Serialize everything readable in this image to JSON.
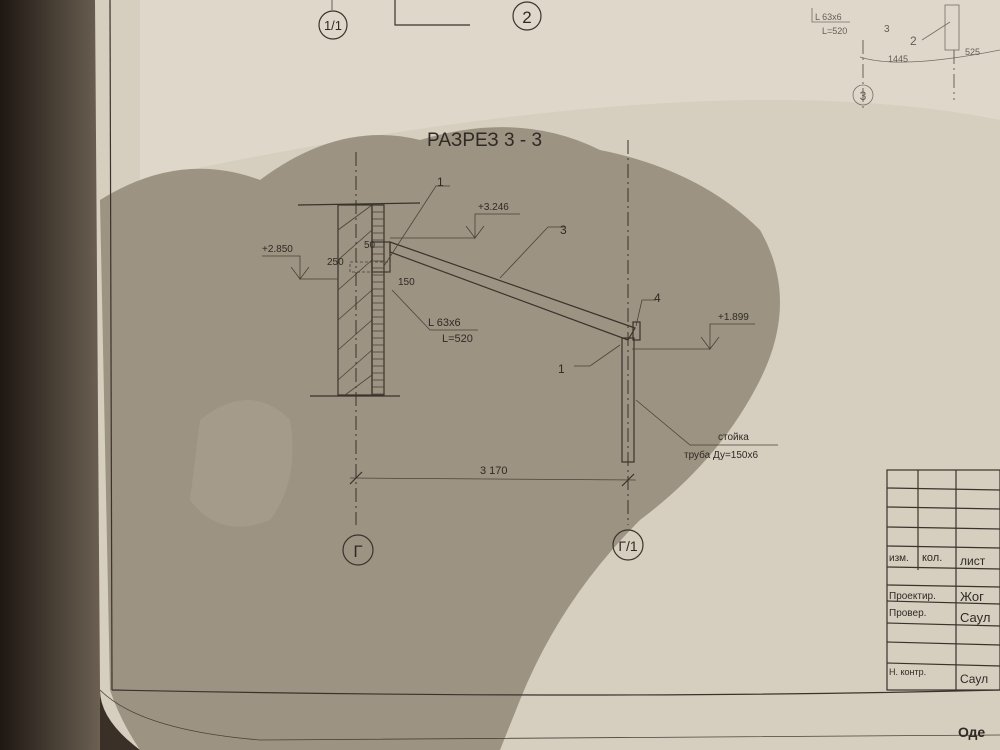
{
  "sheet": {
    "section_title": "РАЗРЕЗ 3 - 3",
    "top_axis_labels": [
      "1/1",
      "2"
    ],
    "marks": {
      "top_left_1": "1",
      "beam_3": "3",
      "cap_4": "4",
      "bottom_1": "1"
    },
    "levels": {
      "top": "+3.246",
      "left": "+2.850",
      "right": "+1.899"
    },
    "dimensions": {
      "d50": "50",
      "d250": "250",
      "d150": "150",
      "span": "3 170"
    },
    "angle_label": {
      "profile": "L 63x6",
      "length": "L=520"
    },
    "post_label": {
      "line1": "стойка",
      "line2": "труба Ду=150х6"
    },
    "axes": {
      "left": "Г",
      "right": "Г/1"
    },
    "top_right_fragment": {
      "profile": "L 63x6",
      "length": "L=520",
      "mark3": "3",
      "mark2": "2",
      "dim1": "1445",
      "dim2": "525",
      "axis": "3"
    },
    "title_block": {
      "col_izm": "изм.",
      "col_kol": "кол.",
      "col_list": "лист",
      "row_designer": "Проектир.",
      "designer_name": "Жог",
      "row_checker": "Провер.",
      "checker_name": "Саул",
      "row_norm": "Н. контр.",
      "norm_name": "Саул",
      "bottom_text": "Оде"
    }
  },
  "colors": {
    "paper": "#d8d0c2",
    "ink": "#2f2a25",
    "shadow": "#8c8172",
    "background": "#3a3028"
  }
}
